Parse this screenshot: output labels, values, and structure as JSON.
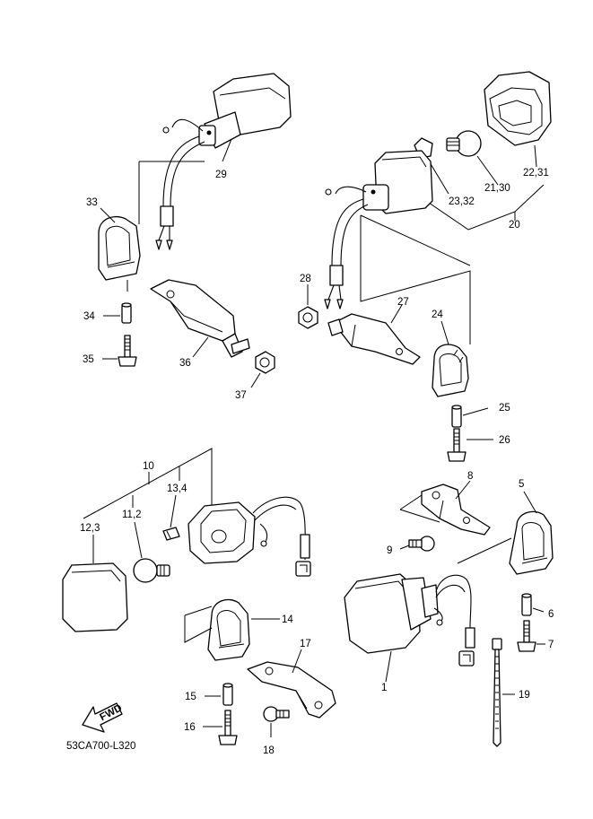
{
  "diagram": {
    "code": "53CA700-L320",
    "fwd_label": "FWD",
    "callouts": {
      "c1": "1",
      "c5": "5",
      "c6": "6",
      "c7": "7",
      "c8": "8",
      "c9": "9",
      "c10": "10",
      "c11_2": "11,2",
      "c12_3": "12,3",
      "c13_4": "13,4",
      "c14": "14",
      "c15": "15",
      "c16": "16",
      "c17": "17",
      "c18": "18",
      "c19": "19",
      "c20": "20",
      "c21_30": "21,30",
      "c22_31": "22,31",
      "c23_32": "23,32",
      "c24": "24",
      "c25": "25",
      "c26": "26",
      "c27": "27",
      "c28": "28",
      "c29": "29",
      "c33": "33",
      "c34": "34",
      "c35": "35",
      "c36": "36",
      "c37": "37"
    }
  }
}
